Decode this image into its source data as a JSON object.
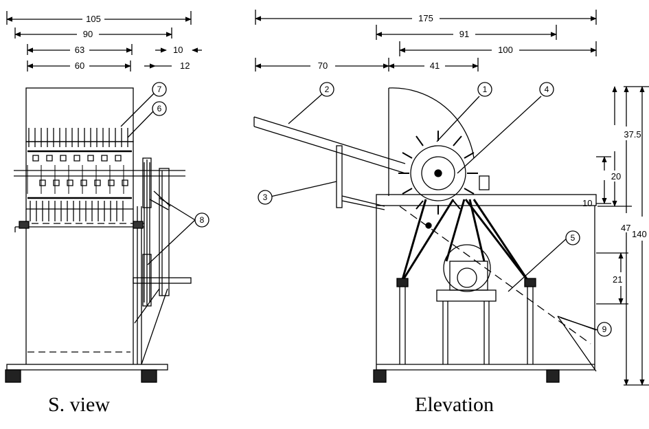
{
  "captions": {
    "left": "S. view",
    "right": "Elevation"
  },
  "side_view": {
    "dimensions": {
      "d105": "105",
      "d90": "90",
      "d63": "63",
      "d60": "60",
      "d10": "10",
      "d12": "12"
    },
    "callouts": {
      "c6": "6",
      "c7": "7",
      "c8": "8"
    }
  },
  "elevation": {
    "dimensions": {
      "d175": "175",
      "d91": "91",
      "d100": "100",
      "d70": "70",
      "d41": "41",
      "d37_5": "37.5",
      "d20": "20",
      "d10": "10",
      "d47": "47",
      "d140": "140",
      "d21": "21"
    },
    "callouts": {
      "c1": "1",
      "c2": "2",
      "c3": "3",
      "c4": "4",
      "c5": "5",
      "c9": "9"
    }
  }
}
